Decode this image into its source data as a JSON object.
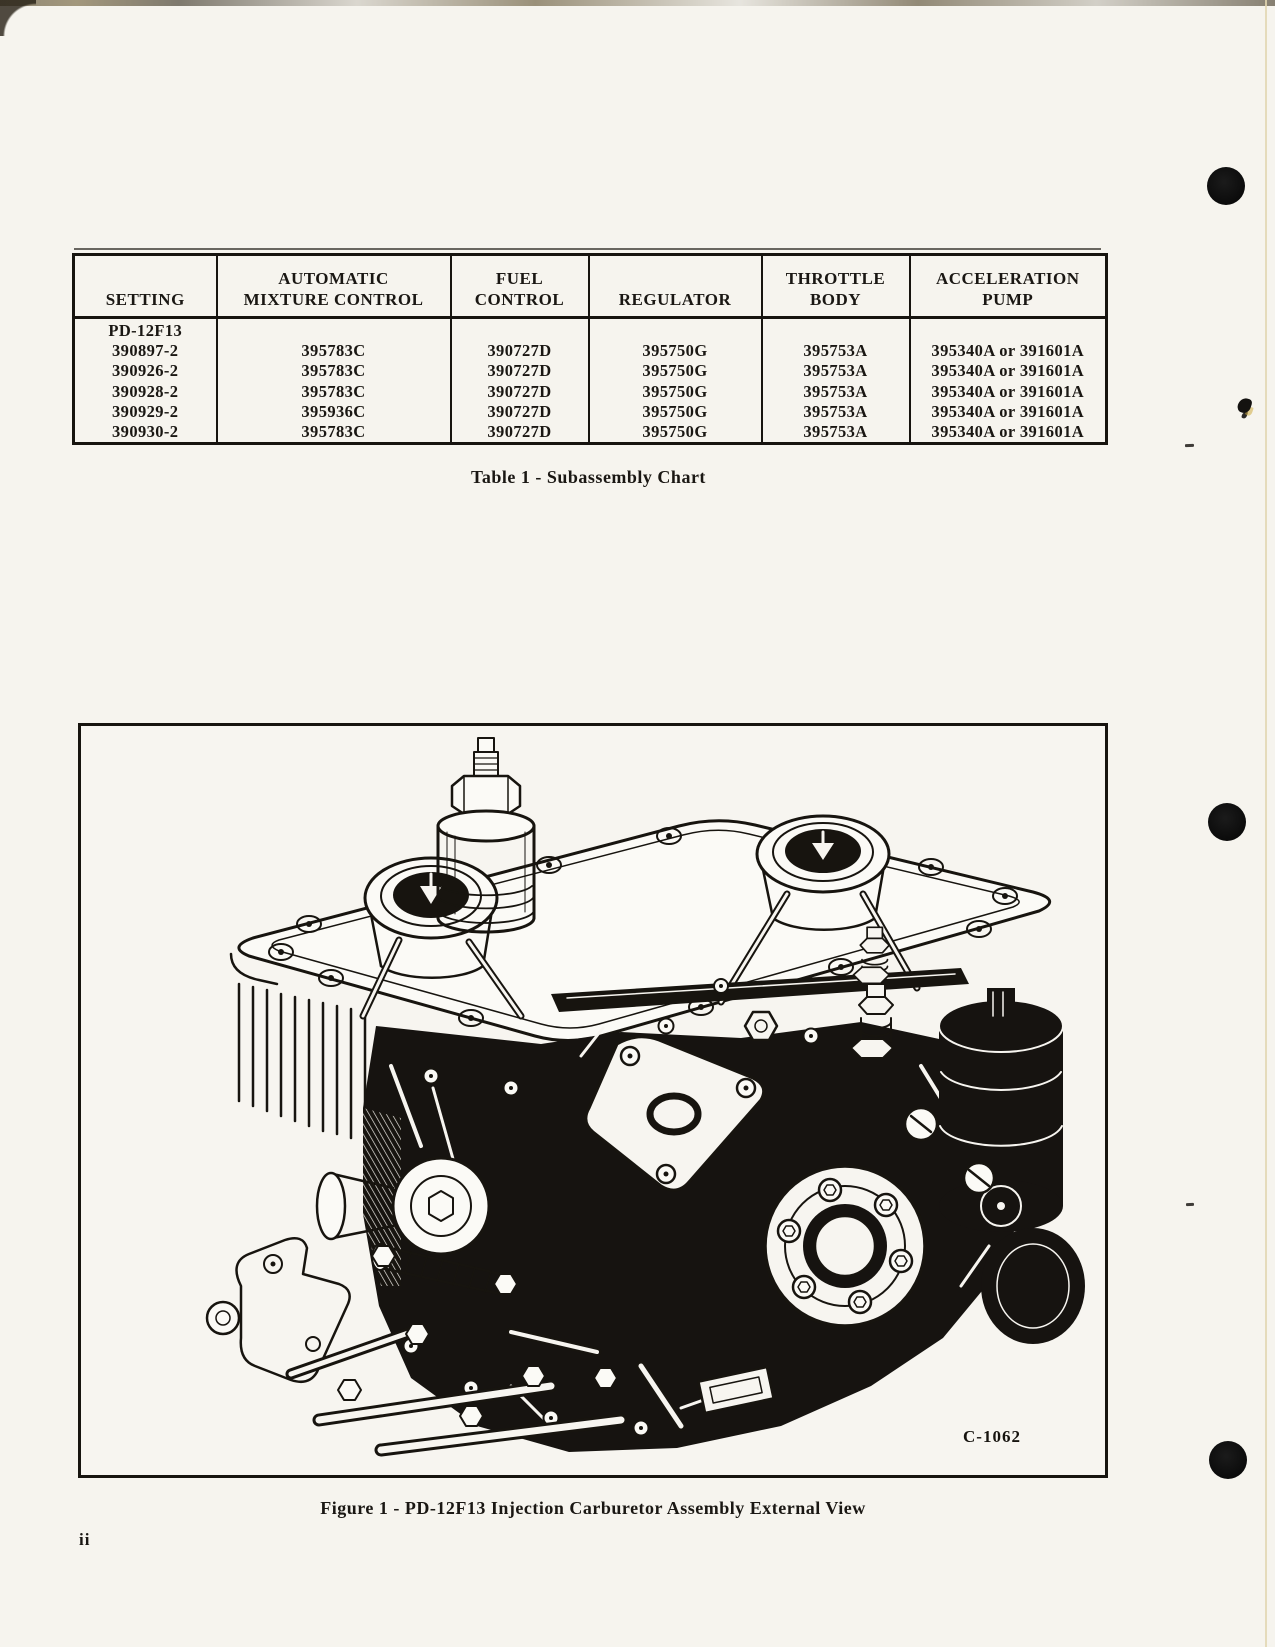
{
  "page": {
    "number": "ii",
    "colors": {
      "paper": "#f6f4ee",
      "ink": "#17140f"
    }
  },
  "table": {
    "headers": [
      "SETTING",
      "AUTOMATIC\nMIXTURE CONTROL",
      "FUEL\nCONTROL",
      "REGULATOR",
      "THROTTLE\nBODY",
      "ACCELERATION\nPUMP"
    ],
    "rows": [
      [
        "PD-12F13",
        "",
        "",
        "",
        "",
        ""
      ],
      [
        "390897-2",
        "395783C",
        "390727D",
        "395750G",
        "395753A",
        "395340A or 391601A"
      ],
      [
        "390926-2",
        "395783C",
        "390727D",
        "395750G",
        "395753A",
        "395340A or 391601A"
      ],
      [
        "390928-2",
        "395783C",
        "390727D",
        "395750G",
        "395753A",
        "395340A or 391601A"
      ],
      [
        "390929-2",
        "395936C",
        "390727D",
        "395750G",
        "395753A",
        "395340A or 391601A"
      ],
      [
        "390930-2",
        "395783C",
        "390727D",
        "395750G",
        "395753A",
        "395340A or 391601A"
      ]
    ],
    "caption": "Table 1 - Subassembly Chart"
  },
  "figure": {
    "c_number": "C-1062",
    "caption": "Figure 1 - PD-12F13 Injection Carburetor Assembly External View"
  }
}
